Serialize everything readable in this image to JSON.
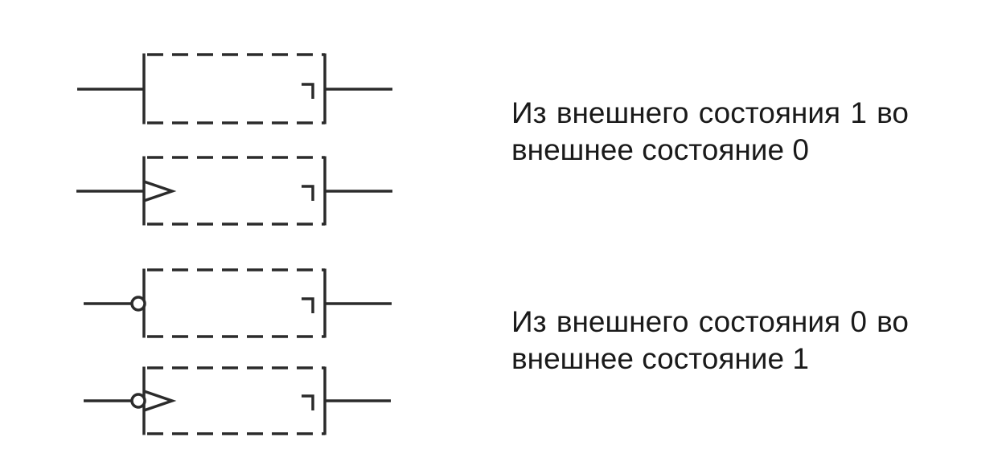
{
  "colors": {
    "stroke": "#2b2b2b",
    "text": "#1a1a1a",
    "background": "#ffffff"
  },
  "symbols": [
    {
      "kind": "output-mark-block",
      "input_marker": "none"
    },
    {
      "kind": "output-mark-block",
      "input_marker": "dynamic-input"
    },
    {
      "kind": "output-mark-block",
      "input_marker": "inverted-input"
    },
    {
      "kind": "output-mark-block",
      "input_marker": "inverted-dynamic-input"
    }
  ],
  "descriptions": [
    {
      "text": "Из внешнего состояния 1 во внешнее состояние 0"
    },
    {
      "text": "Из внешнего состояния 0 во внешнее состояние 1"
    }
  ]
}
